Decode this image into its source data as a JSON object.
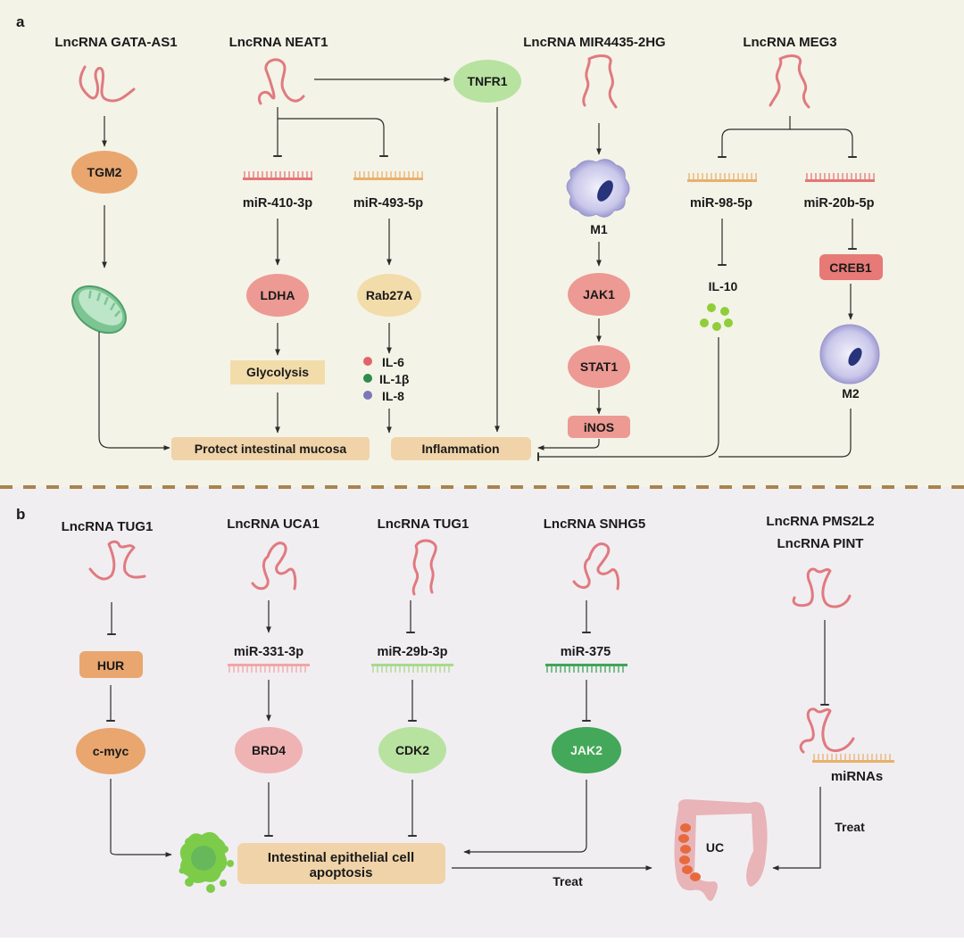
{
  "colors": {
    "panel_a_bg": "#f4f3e7",
    "panel_b_bg": "#f1eef1",
    "divider": "#a8844f",
    "rna_strand": "#e07a80",
    "orange_node": "#e9a66f",
    "pink_node": "#ec9a93",
    "light_pink_node": "#f0b3b3",
    "beige_node": "#f2dcaa",
    "light_green_node": "#b8e2a0",
    "dark_green_node": "#43a85a",
    "outcome_box": "#f0d3a8",
    "mir_red": "#e57676",
    "mir_orange": "#e8b16e",
    "mir_pink": "#f1a6a8",
    "mir_lightgreen": "#a8d98c",
    "mir_green": "#3fa55b",
    "il6_dot": "#e06467",
    "il1b_dot": "#2e8b4c",
    "il8_dot": "#7b78b8",
    "il10_dot": "#8fce3a",
    "creb1_box": "#e77a76",
    "macrophage": "#b9b7e0"
  },
  "panel_a": {
    "letter": "a",
    "lncrnas": [
      {
        "label": "LncRNA GATA-AS1"
      },
      {
        "label": "LncRNA NEAT1"
      },
      {
        "label": "LncRNA MIR4435-2HG"
      },
      {
        "label": "LncRNA MEG3"
      }
    ],
    "nodes": {
      "tgm2": "TGM2",
      "tnfr1": "TNFR1",
      "mir410": "miR-410-3p",
      "mir493": "miR-493-5p",
      "m1": "M1",
      "mir98": "miR-98-5p",
      "mir20b": "miR-20b-5p",
      "ldha": "LDHA",
      "rab27a": "Rab27A",
      "jak1": "JAK1",
      "il10": "IL-10",
      "creb1": "CREB1",
      "glycolysis": "Glycolysis",
      "stat1": "STAT1",
      "m2": "M2",
      "inos": "iNOS",
      "protect": "Protect intestinal mucosa",
      "inflammation": "Inflammation"
    },
    "cytokines": [
      {
        "label": "IL-6"
      },
      {
        "label": "IL-1β"
      },
      {
        "label": "IL-8"
      }
    ]
  },
  "panel_b": {
    "letter": "b",
    "lncrnas": [
      {
        "label": "LncRNA TUG1"
      },
      {
        "label": "LncRNA UCA1"
      },
      {
        "label": "LncRNA TUG1"
      },
      {
        "label": "LncRNA SNHG5"
      },
      {
        "label": "LncRNA PMS2L2"
      },
      {
        "label": "LncRNA PINT"
      }
    ],
    "nodes": {
      "hur": "HUR",
      "mir331": "miR-331-3p",
      "mir29b": "miR-29b-3p",
      "mir375": "miR-375",
      "cmyc": "c-myc",
      "brd4": "BRD4",
      "cdk2": "CDK2",
      "jak2": "JAK2",
      "mirnas": "miRNAs",
      "apoptosis_line1": "Intestinal epithelial cell",
      "apoptosis_line2": "apoptosis",
      "uc": "UC",
      "treat_bottom": "Treat",
      "treat_right": "Treat"
    }
  }
}
